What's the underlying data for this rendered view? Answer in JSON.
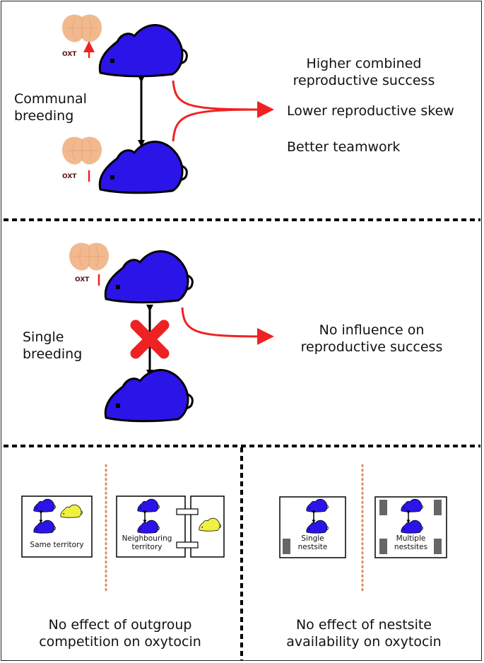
{
  "panel1": {
    "label_line1": "Communal",
    "label_line2": "breeding",
    "outcome1_line1": "Higher combined",
    "outcome1_line2": "reproductive success",
    "outcome2": "Lower reproductive skew",
    "outcome3": "Better teamwork",
    "oxt_top": "OXT",
    "oxt_bottom": "OXT"
  },
  "panel2": {
    "label_line1": "Single",
    "label_line2": "breeding",
    "outcome_line1": "No influence on",
    "outcome_line2": "reproductive success",
    "oxt": "OXT"
  },
  "panel3": {
    "box1_label": "Same territory",
    "box2_label_line1": "Neighbouring",
    "box2_label_line2": "territory",
    "caption_line1": "No effect of outgroup",
    "caption_line2": "competition on oxytocin"
  },
  "panel4": {
    "box1_label_line1": "Single",
    "box1_label_line2": "nestsite",
    "box2_label_line1": "Multiple",
    "box2_label_line2": "nestsites",
    "caption_line1": "No effect of nestsite",
    "caption_line2": "availability on oxytocin"
  },
  "colors": {
    "mouse": "#2b14e8",
    "mouse_yellow": "#f0f040",
    "arrow_red": "#ee2222",
    "brain": "#f2b98f",
    "dotted_divider": "#d9926a",
    "nest": "#666666"
  }
}
